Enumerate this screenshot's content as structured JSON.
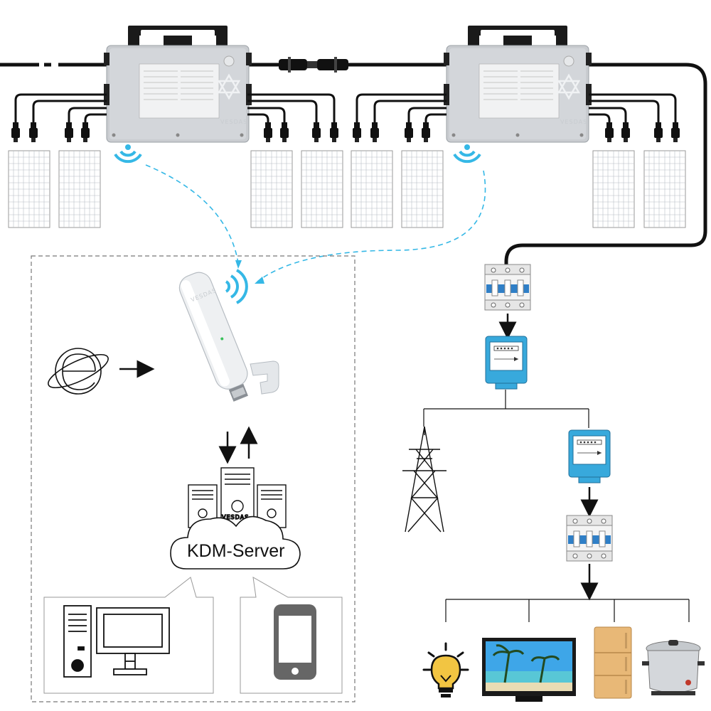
{
  "diagram": {
    "server_label": "KDM-Server",
    "brand": "VESDAS"
  },
  "colors": {
    "wireless": "#35b8e6",
    "cable": "#111111",
    "meter_blue": "#38a9dc",
    "breaker_blue": "#2f7fc7",
    "inverter_body": "#c9ccd0",
    "panel_cell": "#d8dce2"
  },
  "icons": [
    "microinverter",
    "solar-panel",
    "mc4-connector",
    "wifi-signal",
    "wifi-stick",
    "internet-explorer-icon",
    "server-rack",
    "cloud",
    "desktop-computer",
    "smartphone",
    "circuit-breaker",
    "energy-meter",
    "power-transmission-tower",
    "light-bulb",
    "television",
    "refrigerator",
    "rice-cooker"
  ]
}
